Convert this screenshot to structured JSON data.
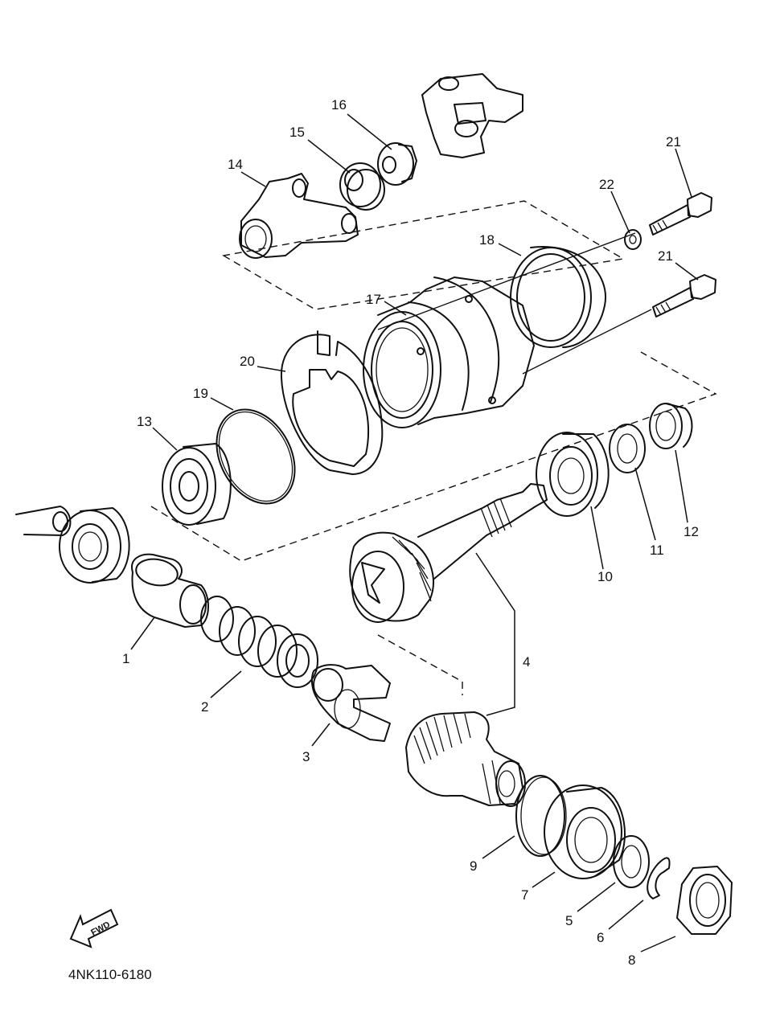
{
  "diagram_code": "4NK110-6180",
  "fwd_label": "FWD",
  "callouts": {
    "p1": "1",
    "p2": "2",
    "p3": "3",
    "p4": "4",
    "p5": "5",
    "p6": "6",
    "p7": "7",
    "p8": "8",
    "p9": "9",
    "p10": "10",
    "p11": "11",
    "p12": "12",
    "p13": "13",
    "p14": "14",
    "p15": "15",
    "p16": "16",
    "p17": "17",
    "p18": "18",
    "p19": "19",
    "p20": "20",
    "p21a": "21",
    "p21b": "21",
    "p22": "22"
  }
}
